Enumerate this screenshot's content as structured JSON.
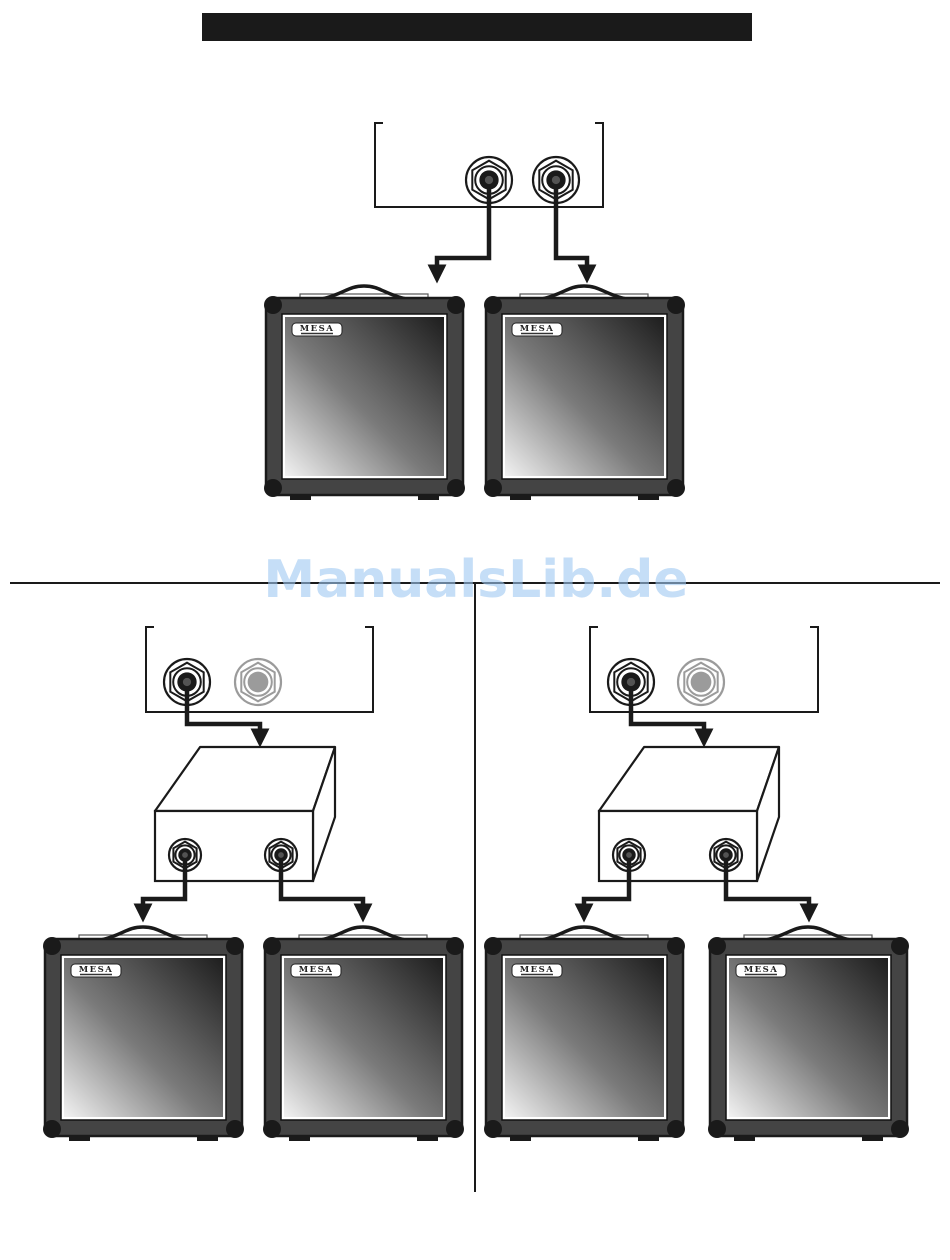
{
  "page": {
    "title_bar": "",
    "watermark": "ManualsLib.de"
  },
  "colors": {
    "ink": "#1a1a1a",
    "cabinet_frame": "#444444",
    "grille_dark": "#1e1e1e",
    "grille_light": "#f2f2f2",
    "inactive_jack": "#9b9b9b",
    "watermark": "#9fc8f2"
  },
  "cabinets": [
    {
      "label": "cabinet-top-left",
      "logo": "MESA"
    },
    {
      "label": "cabinet-top-right",
      "logo": "MESA"
    },
    {
      "label": "cabinet-bottom-left-1",
      "logo": "MESA"
    },
    {
      "label": "cabinet-bottom-left-2",
      "logo": "MESA"
    },
    {
      "label": "cabinet-bottom-right-1",
      "logo": "MESA"
    },
    {
      "label": "cabinet-bottom-right-2",
      "logo": "MESA"
    }
  ],
  "diagrams": [
    {
      "name": "two-outputs-to-two-cabinets",
      "outputs_used": 2,
      "splitter_boxes": 0
    },
    {
      "name": "one-output-splitter-left",
      "outputs_used": 1,
      "splitter_boxes": 1
    },
    {
      "name": "one-output-splitter-right",
      "outputs_used": 1,
      "splitter_boxes": 1
    }
  ]
}
